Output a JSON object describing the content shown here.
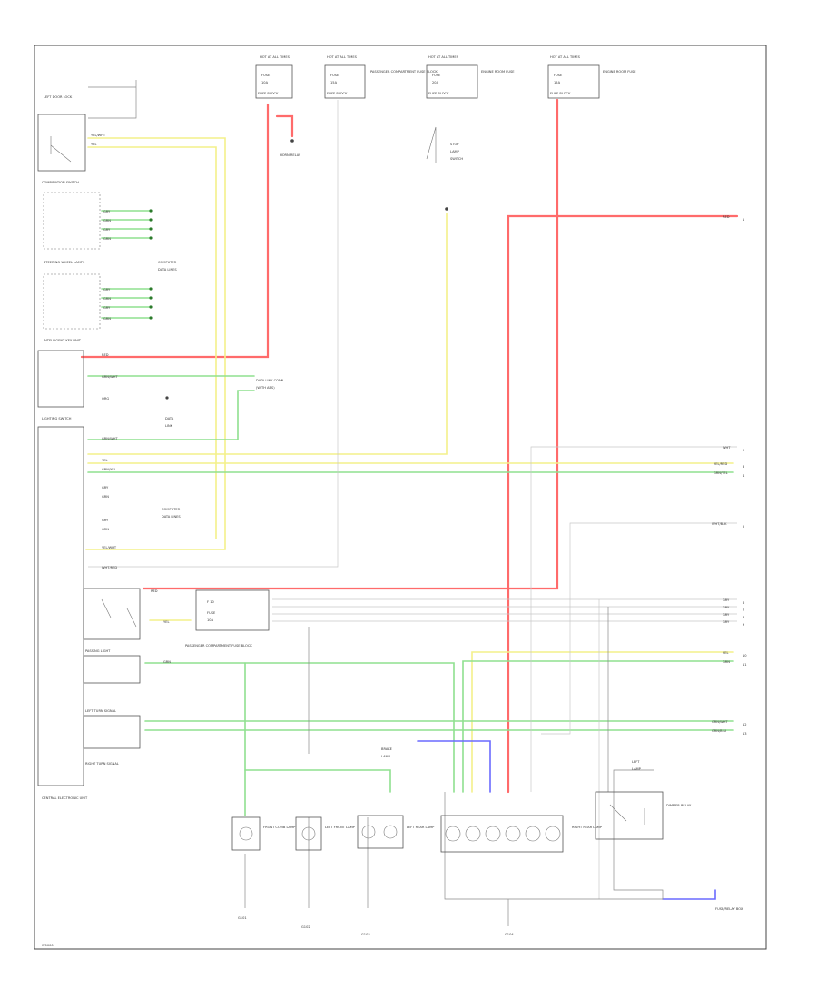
{
  "colors": {
    "red": "#ff6b6b",
    "yellow": "#f3f08a",
    "green": "#8fe08f",
    "white": "#c8c8c8",
    "blue": "#6a6aff",
    "gray": "#8a8a8a"
  },
  "labels": {
    "left_door_lock": "LEFT DOOR LOCK",
    "combination_switch": "COMBINATION SWITCH",
    "steering_wheel_lamps": "STEERING WHEEL LAMPS",
    "intelligent_key": "INTELLIGENT KEY UNIT",
    "lighting_switch": "LIGHTING SWITCH",
    "central_unit": "CENTRAL ELECTRONIC UNIT",
    "fuse_lamp_1": "FUSE BLOCK",
    "fuse_lamp_2": "FUSE BLOCK",
    "fuse_lamp_3": "FUSE BLOCK",
    "fuse_lamp_4": "FUSE BLOCK",
    "passenger_jb": "PASSENGER COMPARTMENT FUSE BLOCK",
    "engine_room_fuse": "ENGINE ROOM FUSE",
    "engine_room_fuse_2": "ENGINE ROOM FUSE",
    "fuse_relay_box": "FUSE/RELAY BOX",
    "fuse_relay_box_2": "PASSENGER COMPARTMENT FUSE BLOCK",
    "ground_1": "G101",
    "ground_2": "G102",
    "ground_3": "G103",
    "ground_4": "G104",
    "lamp_1": "FRONT COMB LAMP",
    "lamp_2": "LEFT FRONT LAMP",
    "lamp_3": "LEFT REAR LAMP",
    "lamp_4": "RIGHT REAR LAMP",
    "relay": "DIMMER RELAY",
    "footer": "W0000"
  }
}
